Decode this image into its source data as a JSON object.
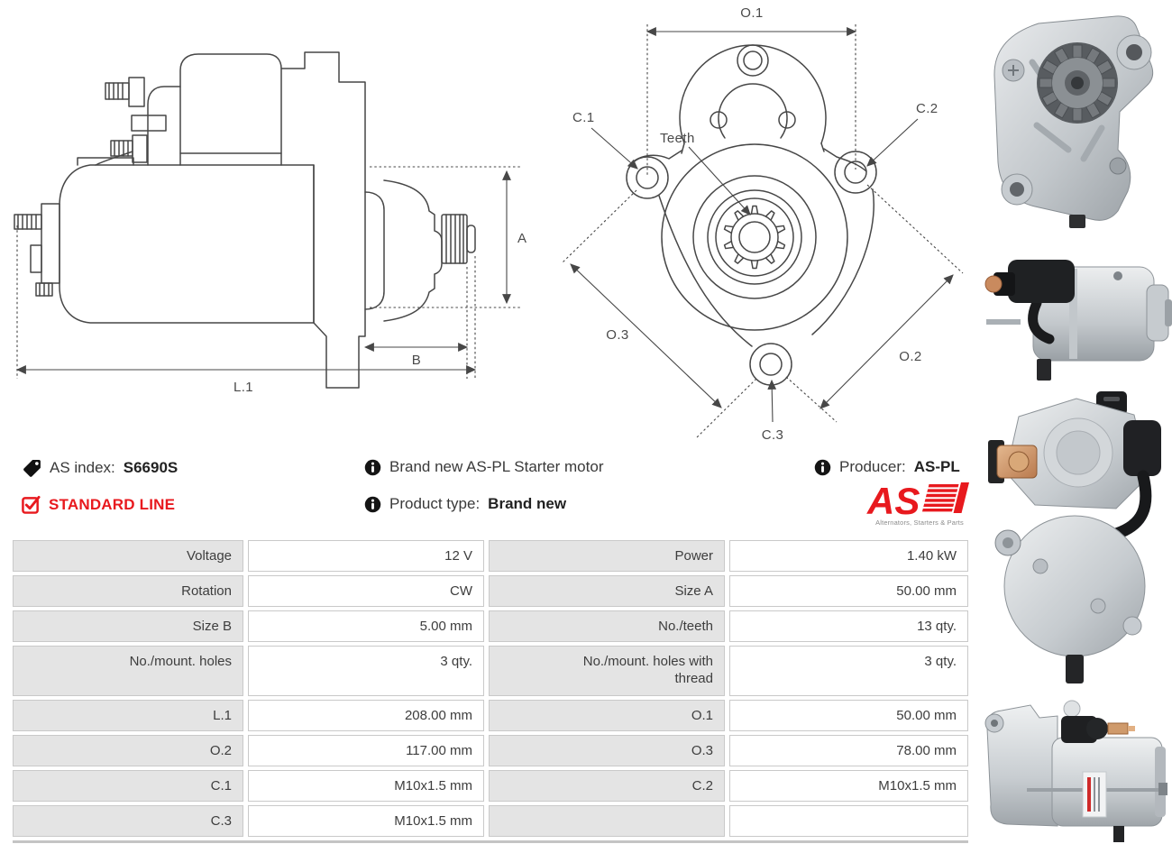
{
  "colors": {
    "accent_red": "#e8191e",
    "table_label_bg": "#e4e4e4",
    "table_border": "#c9c9c9",
    "text": "#3c3c3c",
    "drawing_line": "#474747"
  },
  "drawings": {
    "side_view": {
      "dim_a": "A",
      "dim_b": "B",
      "dim_l1": "L.1"
    },
    "front_view": {
      "dim_o1": "O.1",
      "dim_o2": "O.2",
      "dim_o3": "O.3",
      "dim_c1": "C.1",
      "dim_c2": "C.2",
      "dim_c3": "C.3",
      "teeth_label": "Teeth"
    }
  },
  "info": {
    "as_index": {
      "label": "AS index:",
      "value": "S6690S"
    },
    "standard_line": "STANDARD LINE",
    "description": "Brand new AS-PL Starter motor",
    "product_type": {
      "label": "Product type:",
      "value": "Brand new"
    },
    "producer": {
      "label": "Producer:",
      "value": "AS-PL"
    },
    "logo": {
      "text": "AS",
      "tagline": "Alternators, Starters & Parts"
    }
  },
  "spec_table": {
    "rows": [
      [
        "Voltage",
        "12 V",
        "Power",
        "1.40 kW"
      ],
      [
        "Rotation",
        "CW",
        "Size A",
        "50.00 mm"
      ],
      [
        "Size B",
        "5.00 mm",
        "No./teeth",
        "13 qty."
      ],
      [
        "No./mount. holes",
        "3 qty.",
        "No./mount. holes with thread",
        "3 qty."
      ],
      [
        "L.1",
        "208.00 mm",
        "O.1",
        "50.00 mm"
      ],
      [
        "O.2",
        "117.00 mm",
        "O.3",
        "78.00 mm"
      ],
      [
        "C.1",
        "M10x1.5 mm",
        "C.2",
        "M10x1.5 mm"
      ],
      [
        "C.3",
        "M10x1.5 mm",
        "",
        ""
      ]
    ]
  }
}
